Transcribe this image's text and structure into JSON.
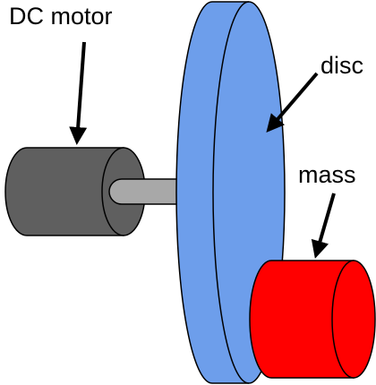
{
  "labels": {
    "motor": "DC motor",
    "disc": "disc",
    "mass": "mass"
  },
  "colors": {
    "motor": "#5f5f5f",
    "shaft": "#a8a8a8",
    "disc": "#6d9eeb",
    "mass": "#ff0000",
    "outline": "#000000",
    "arrow": "#000000"
  },
  "icons": {
    "arrows": "arrow-icon"
  }
}
